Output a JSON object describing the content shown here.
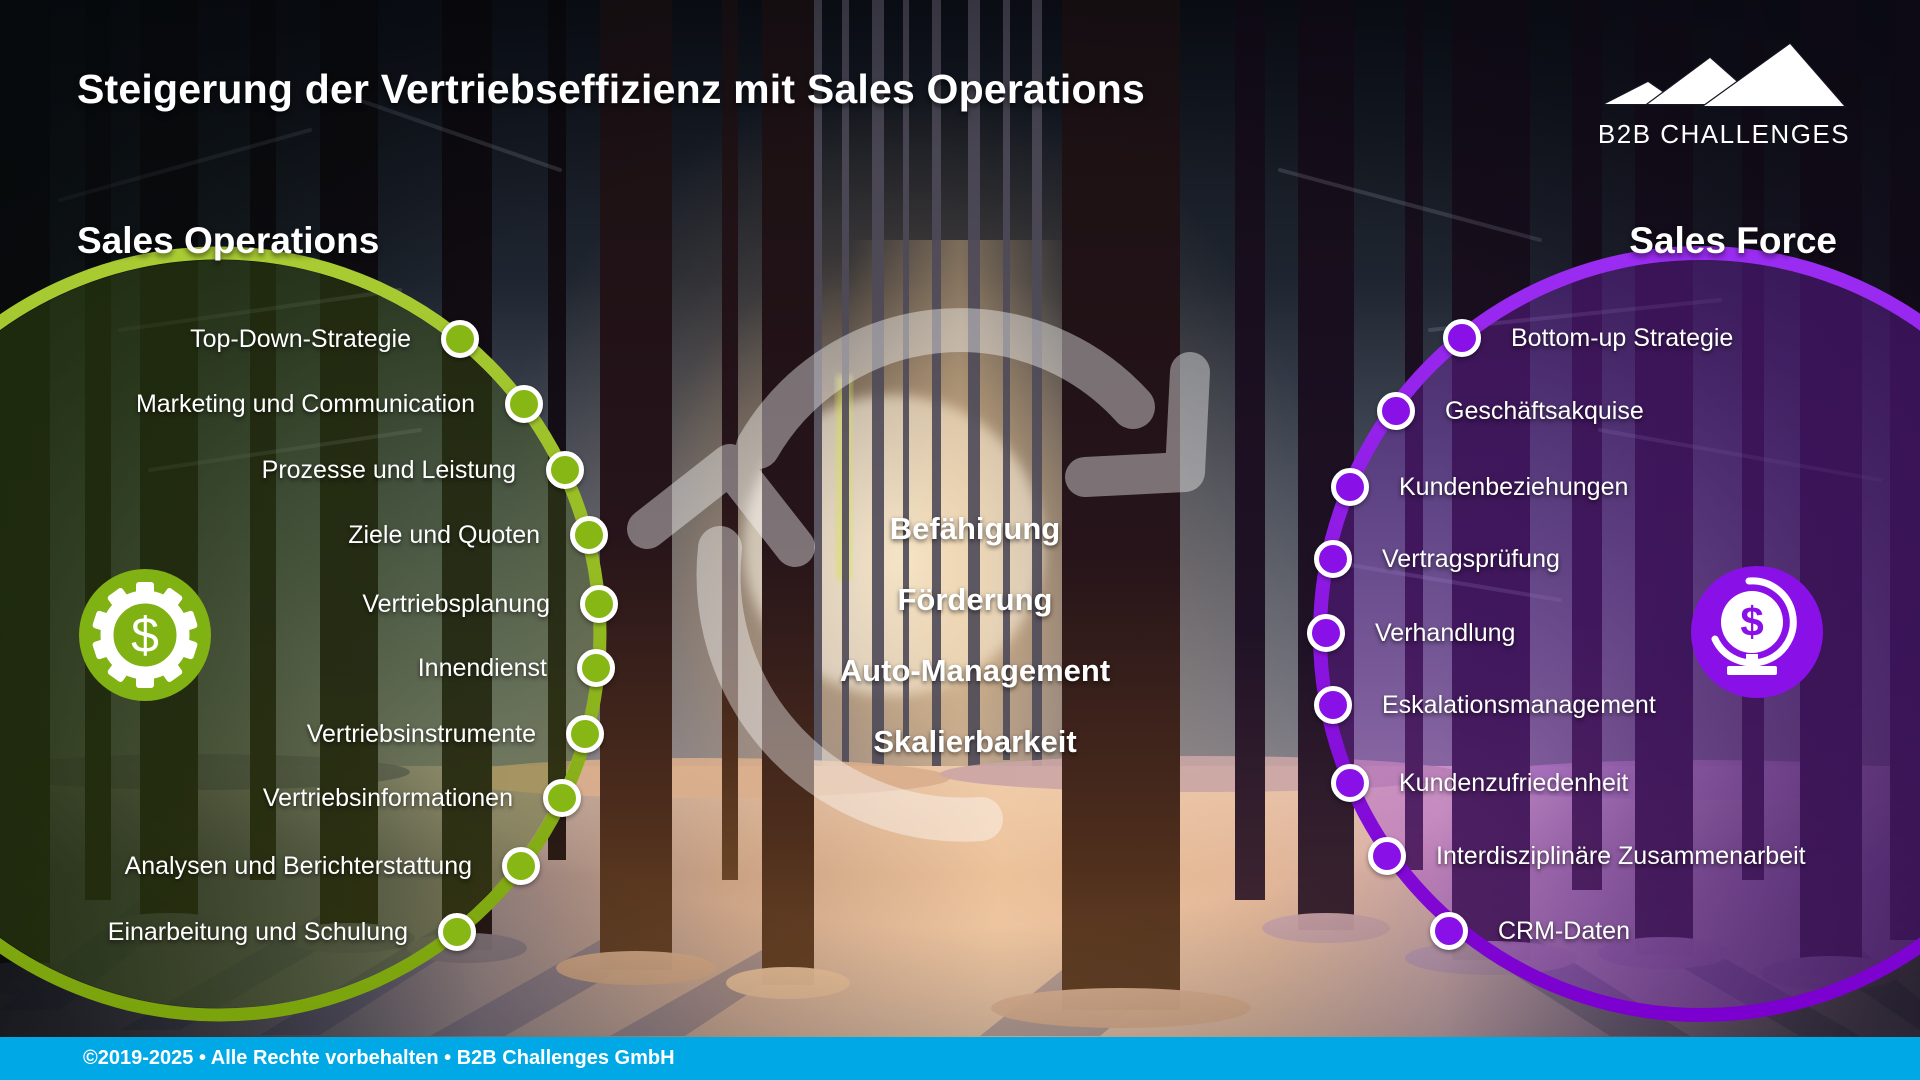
{
  "slide": {
    "title": "Steigerung der Vertriebseffizienz mit Sales Operations",
    "footer": "©2019-2025 • Alle Rechte vorbehalten • B2B Challenges GmbH"
  },
  "logo": {
    "brand": "B2B CHALLENGES",
    "icon": "mountain-range-icon"
  },
  "left_circle": {
    "heading": "Sales Operations",
    "accent_color": "#7fb212",
    "icon": "gear-dollar-icon",
    "items": [
      "Top-Down-Strategie",
      "Marketing  und Communication",
      "Prozesse und Leistung",
      "Ziele und Quoten",
      "Vertriebsplanung",
      "Innendienst",
      "Vertriebsinstrumente",
      "Vertriebsinformationen",
      "Analysen und Berichterstattung",
      "Einarbeitung und Schulung"
    ]
  },
  "right_circle": {
    "heading": "Sales Force",
    "accent_color": "#8a10e8",
    "icon": "globe-dollar-icon",
    "items": [
      "Bottom-up Strategie",
      "Geschäftsakquise",
      "Kundenbeziehungen",
      "Vertragsprüfung",
      "Verhandlung",
      "Eskalationsmanagement",
      "Kundenzufriedenheit",
      "Interdisziplinäre Zusammenarbeit",
      "CRM-Daten"
    ]
  },
  "center": {
    "icon": "cycle-arrows-icon",
    "keywords": [
      "Befähigung",
      "Förderung",
      "Auto-Management",
      "Skalierbarkeit"
    ]
  },
  "icons": {
    "currency": "$"
  },
  "colors": {
    "footer_bar": "#00a9e6",
    "green": "#7fb212",
    "purple": "#8a10e8"
  }
}
